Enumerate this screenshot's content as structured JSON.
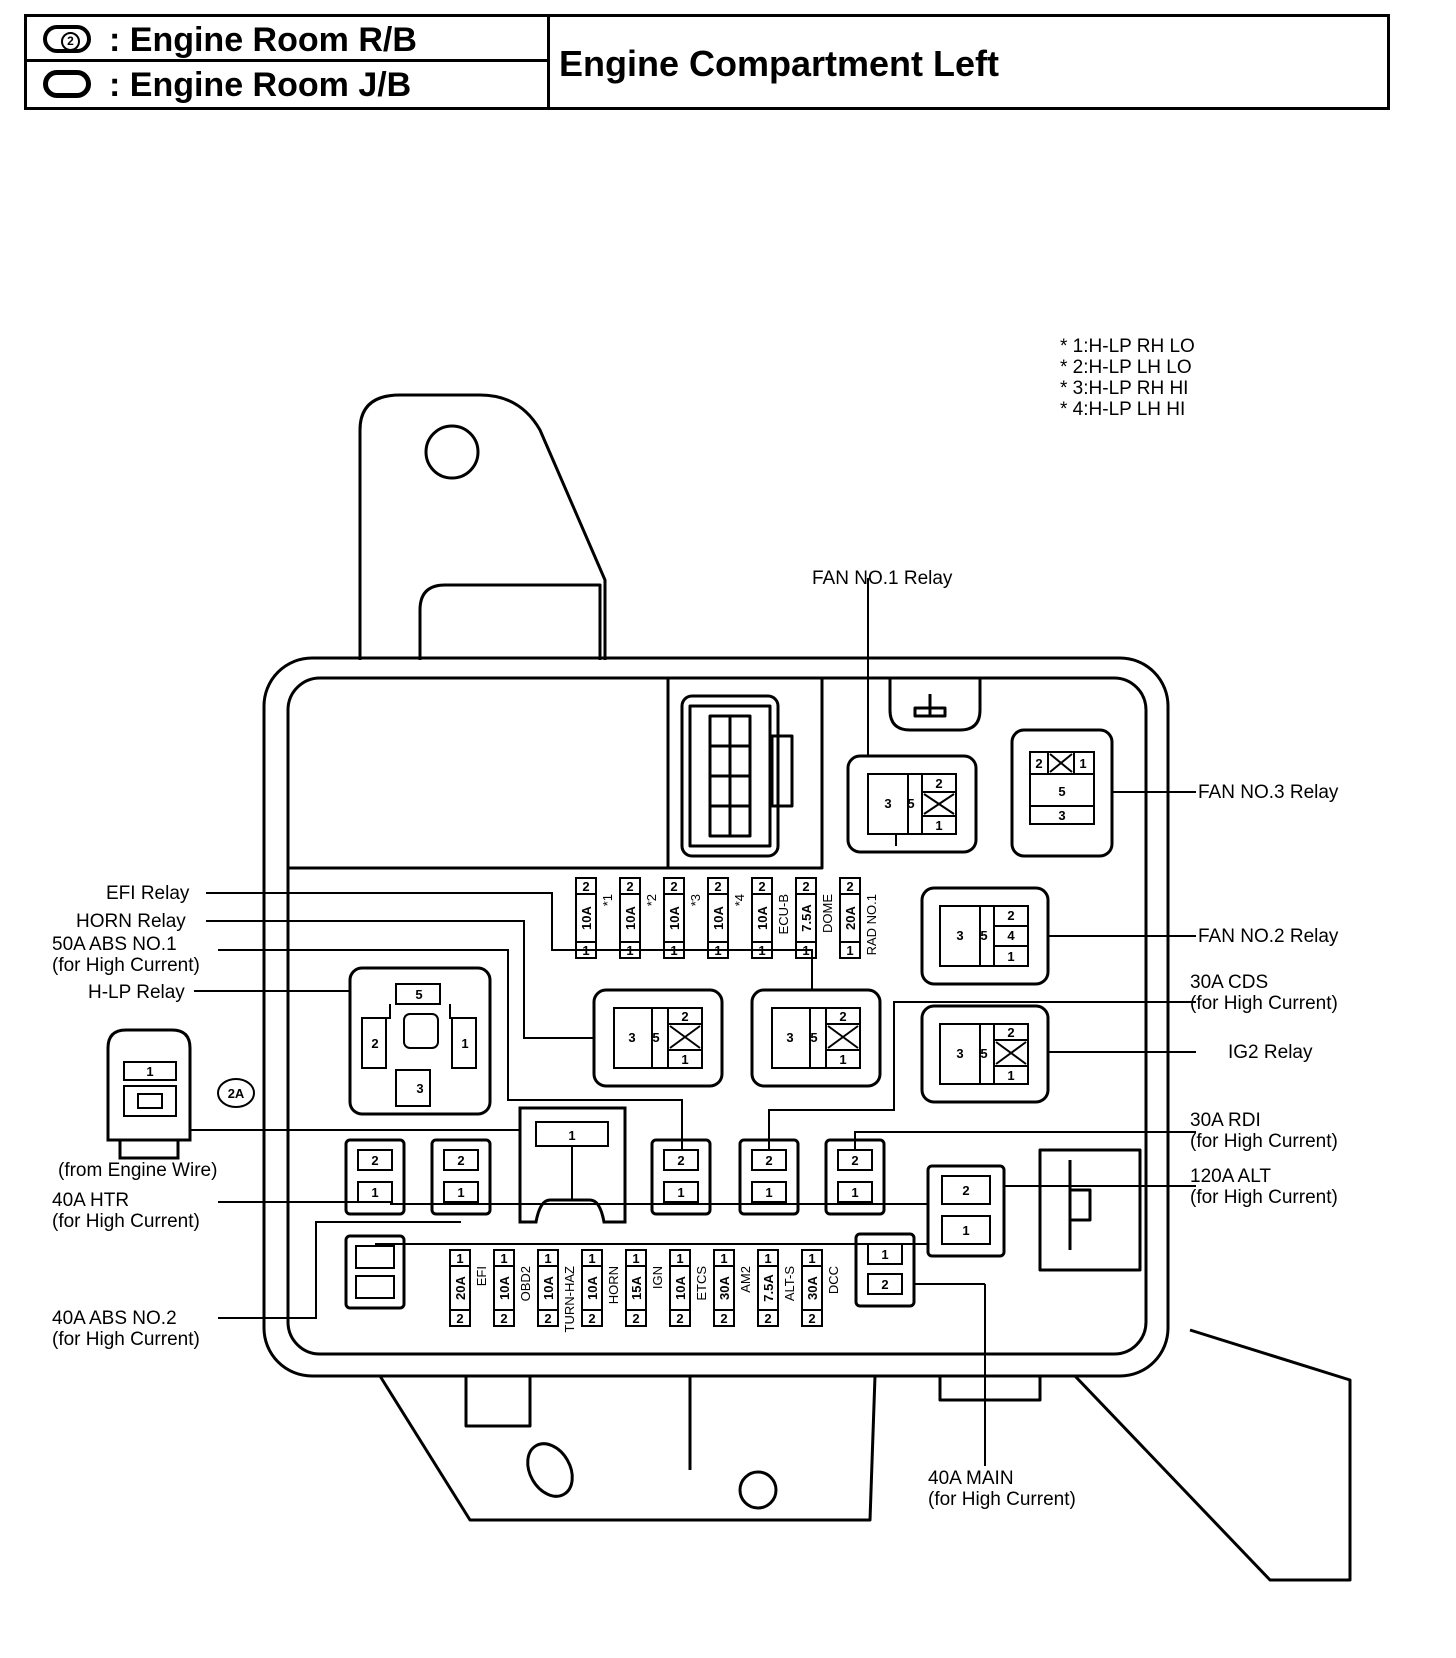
{
  "header": {
    "rb_symbol": "2",
    "rb_label": ": Engine Room R/B",
    "jb_label": ": Engine Room J/B",
    "title": "Engine Compartment Left"
  },
  "notes": [
    "* 1:H-LP RH LO",
    "* 2:H-LP LH LO",
    "* 3:H-LP RH HI",
    "* 4:H-LP LH HI"
  ],
  "labels": {
    "fan1": "FAN NO.1 Relay",
    "fan3": "FAN NO.3 Relay",
    "fan2": "FAN NO.2 Relay",
    "cds_1": "30A CDS",
    "cds_2": "(for High Current)",
    "ig2": "IG2 Relay",
    "rdi_1": "30A RDI",
    "rdi_2": "(for High Current)",
    "alt_1": "120A ALT",
    "alt_2": "(for High Current)",
    "main_1": "40A MAIN",
    "main_2": "(for High Current)",
    "efi": "EFI Relay",
    "horn": "HORN Relay",
    "abs1_1": "50A ABS NO.1",
    "abs1_2": "(for High Current)",
    "hlp": "H-LP Relay",
    "engine_wire": "(from Engine Wire)",
    "htr_1": "40A HTR",
    "htr_2": "(for High Current)",
    "abs2_1": "40A ABS NO.2",
    "abs2_2": "(for High Current)",
    "connector_2a": "2A"
  },
  "top_fuses": [
    {
      "rating": "10A",
      "name": "*1"
    },
    {
      "rating": "10A",
      "name": "*2"
    },
    {
      "rating": "10A",
      "name": "*3"
    },
    {
      "rating": "10A",
      "name": "*4"
    },
    {
      "rating": "10A",
      "name": "ECU-B"
    },
    {
      "rating": "7.5A",
      "name": "DOME"
    },
    {
      "rating": "20A",
      "name": "RAD NO.1"
    }
  ],
  "bottom_fuses": [
    {
      "rating": "20A",
      "name": "EFI"
    },
    {
      "rating": "10A",
      "name": "OBD2"
    },
    {
      "rating": "10A",
      "name": "TURN-HAZ"
    },
    {
      "rating": "10A",
      "name": "HORN"
    },
    {
      "rating": "15A",
      "name": "IGN"
    },
    {
      "rating": "10A",
      "name": "ETCS"
    },
    {
      "rating": "30A",
      "name": "AM2"
    },
    {
      "rating": "7.5A",
      "name": "ALT-S"
    },
    {
      "rating": "30A",
      "name": "DCC"
    }
  ],
  "terminal_numbers": {
    "one": "1",
    "two": "2",
    "three": "3",
    "four": "4",
    "five": "5"
  }
}
